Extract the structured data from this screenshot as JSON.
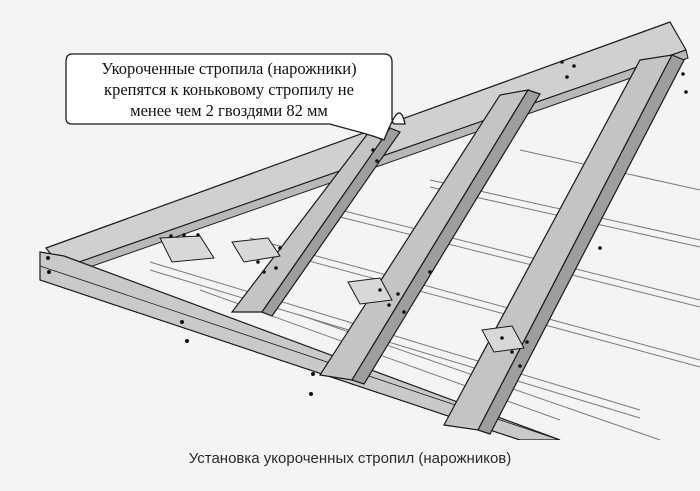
{
  "callout": {
    "lines": [
      "Укороченные стропила (нарожники)",
      "крепятся к коньковому стропилу не",
      "менее чем 2 гвоздями 82 мм"
    ]
  },
  "caption": "Установка укороченных стропил (нарожников)",
  "colors": {
    "background": "#f4f4f4",
    "timber": "#c9c9c9",
    "outline": "#1a1a1a",
    "nail": "#111111"
  }
}
